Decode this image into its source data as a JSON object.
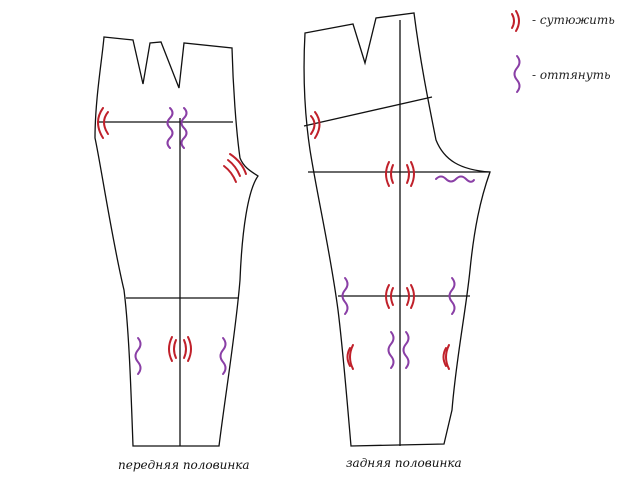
{
  "legend": {
    "shrink_label": "- сутюжить",
    "stretch_label": "- оттянуть"
  },
  "captions": {
    "front": "передняя половинка",
    "back": "задняя половинка"
  },
  "colors": {
    "outline": "#111111",
    "shrink_mark": "#c0202a",
    "stretch_mark": "#8a3fa6"
  }
}
